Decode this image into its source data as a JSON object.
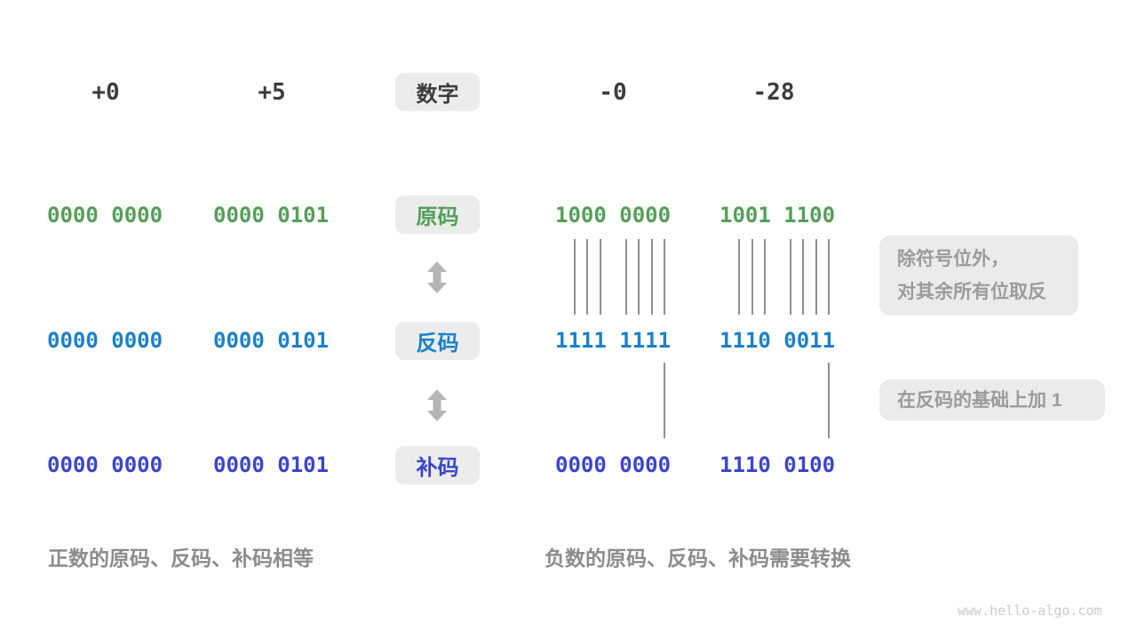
{
  "header": {
    "label": "数字",
    "columns": [
      "+0",
      "+5",
      "-0",
      "-28"
    ]
  },
  "rows": [
    {
      "label": "原码",
      "color": "#559e58",
      "values": [
        "0000 0000",
        "0000 0101",
        "1000 0000",
        "1001 1100"
      ]
    },
    {
      "label": "反码",
      "color": "#1b80c9",
      "values": [
        "0000 0000",
        "0000 0101",
        "1111 1111",
        "1110 0011"
      ]
    },
    {
      "label": "补码",
      "color": "#3a46c8",
      "values": [
        "0000 0000",
        "0000 0101",
        "0000 0000",
        "1110 0100"
      ]
    }
  ],
  "annotations": {
    "invert_line1": "除符号位外，",
    "invert_line2": "对其余所有位取反",
    "add_one": "在反码的基础上加 1"
  },
  "captions": {
    "positive": "正数的原码、反码、补码相等",
    "negative": "负数的原码、反码、补码需要转换"
  },
  "watermark": "www.hello-algo.com",
  "colors": {
    "sign_magnitude_green": "#559e58",
    "ones_complement_blue": "#1b80c9",
    "twos_complement_indigo": "#3a46c8",
    "heading_dark": "#3c3c3c",
    "chip_background": "#ececec",
    "annotation_gray": "#9b9b9b",
    "caption_gray": "#8c8c8c",
    "arrow_gray": "#b5b5b5",
    "tick_line_gray": "#8f8f8f"
  }
}
